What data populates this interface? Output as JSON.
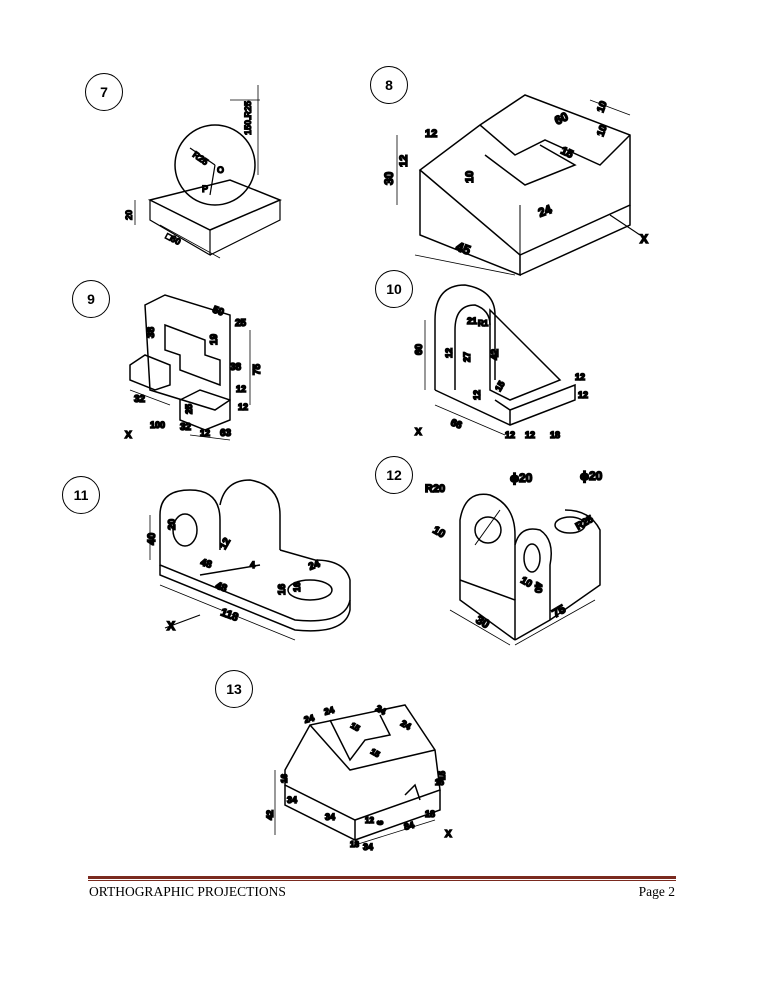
{
  "figures": [
    {
      "number": "7",
      "labels": {
        "r25": "R25",
        "sor": "150.R25",
        "o": "O",
        "p": "P",
        "h": "20",
        "d": "□60"
      }
    },
    {
      "number": "8",
      "labels": {
        "a": "12",
        "b": "12",
        "c": "30",
        "d": "10",
        "e": "60",
        "f": "10",
        "g": "10",
        "h": "15",
        "i": "24",
        "j": "45",
        "x": "X"
      }
    },
    {
      "number": "9",
      "labels": {
        "a": "50",
        "b": "25",
        "c": "38",
        "d": "19",
        "e": "38",
        "f": "75",
        "g": "12",
        "h": "32",
        "i": "25",
        "j": "12",
        "k": "32",
        "l": "12",
        "m": "63",
        "n": "100",
        "o": "12",
        "x": "X"
      }
    },
    {
      "number": "10",
      "labels": {
        "a": "21",
        "b": "R1",
        "c": "60",
        "d": "12",
        "e": "27",
        "f": "42",
        "g": "15",
        "h": "12",
        "i": "66",
        "j": "12",
        "k": "12",
        "l": "12",
        "m": "12",
        "n": "18",
        "x": "X"
      }
    },
    {
      "number": "11",
      "labels": {
        "a": "20",
        "b": "40",
        "c": "12",
        "d": "48",
        "e": "4",
        "f": "48",
        "g": "16",
        "h": "16",
        "i": "24",
        "j": "118",
        "x": "X"
      }
    },
    {
      "number": "12",
      "labels": {
        "r20": "R20",
        "phi1": "ϕ20",
        "phi2": "ϕ20",
        "r25": "R25",
        "a": "10",
        "b": "10",
        "c": "40",
        "d": "30",
        "e": "75"
      }
    },
    {
      "number": "13",
      "labels": {
        "a": "24",
        "b": "24",
        "c": "24",
        "d": "24",
        "e": "15",
        "f": "15",
        "g": "15",
        "h": "16",
        "i": "34",
        "j": "34",
        "k": "42",
        "l": "18",
        "m": "34",
        "n": "12",
        "o": "6",
        "p": "84",
        "q": "18",
        "r": "15",
        "x": "X"
      }
    }
  ],
  "footer": {
    "title": "ORTHOGRAPHIC PROJECTIONS",
    "page": "Page 2"
  }
}
